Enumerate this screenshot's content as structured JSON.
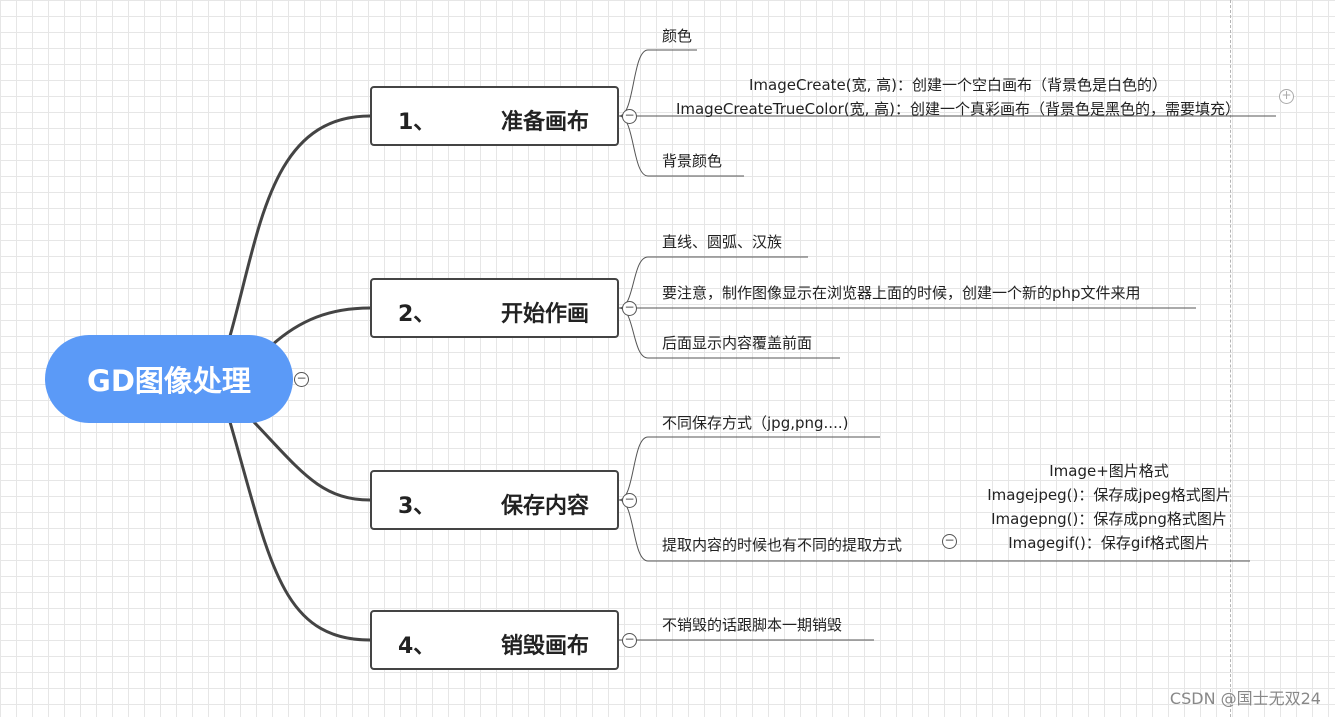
{
  "root": {
    "label": "GD图像处理"
  },
  "branches": [
    {
      "number": "1、",
      "title": "准备画布"
    },
    {
      "number": "2、",
      "title": "开始作画"
    },
    {
      "number": "3、",
      "title": "保存内容"
    },
    {
      "number": "4、",
      "title": "销毁画布"
    }
  ],
  "leaves": {
    "b1": {
      "color": "颜色",
      "image_create": "ImageCreate(宽, 高)：创建一个空白画布（背景色是白色的）",
      "image_create_true_color": "ImageCreateTrueColor(宽, 高)：创建一个真彩画布（背景色是黑色的，需要填充）",
      "bg_color": "背景颜色"
    },
    "b2": {
      "shapes": "直线、圆弧、汉族",
      "note": "要注意，制作图像显示在浏览器上面的时候，创建一个新的php文件来用",
      "overlay": "后面显示内容覆盖前面"
    },
    "b3": {
      "save_methods": "不同保存方式（jpg,png....)",
      "extract": "提取内容的时候也有不同的提取方式",
      "formats": [
        "Image+图片格式",
        "Imagejpeg()：保存成jpeg格式图片",
        "Imagepng()：保存成png格式图片",
        "Imagegif()：保存gif格式图片"
      ]
    },
    "b4": {
      "destroy": "不销毁的话跟脚本一期销毁"
    }
  },
  "symbols": {
    "collapse": "−",
    "expand": "+"
  },
  "colors": {
    "root": "#5b9af7",
    "line": "#444444"
  },
  "watermark": "CSDN @国士无双24"
}
